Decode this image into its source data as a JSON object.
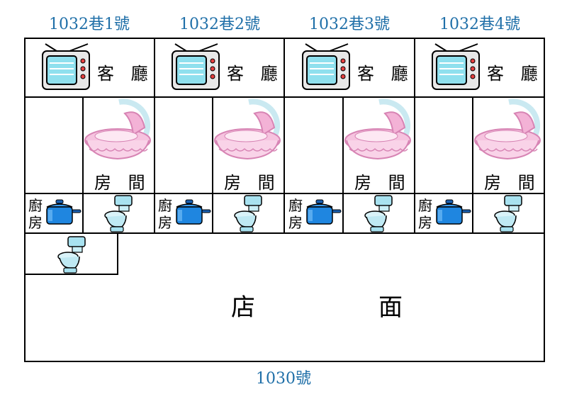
{
  "units": [
    {
      "address": "1032巷1號",
      "living": "客 廳",
      "room": "房 間",
      "kitchen": "廚房"
    },
    {
      "address": "1032巷2號",
      "living": "客 廳",
      "room": "房 間",
      "kitchen": "廚房"
    },
    {
      "address": "1032巷3號",
      "living": "客 廳",
      "room": "房 間",
      "kitchen": "廚房"
    },
    {
      "address": "1032巷4號",
      "living": "客 廳",
      "room": "房 間",
      "kitchen": "廚房"
    }
  ],
  "shop": {
    "label": "店　面",
    "address": "1030號"
  },
  "icons": {
    "living": "tv-icon",
    "room": "cradle-icon",
    "kitchen": "pot-icon",
    "bathroom": "toilet-icon"
  },
  "colors": {
    "address_text": "#1f6fa8",
    "outline": "#000000",
    "tv_screen": "#8fe0ee",
    "cradle": "#f4b8d8",
    "pot": "#1f86e0",
    "toilet": "#a8e2f0"
  }
}
